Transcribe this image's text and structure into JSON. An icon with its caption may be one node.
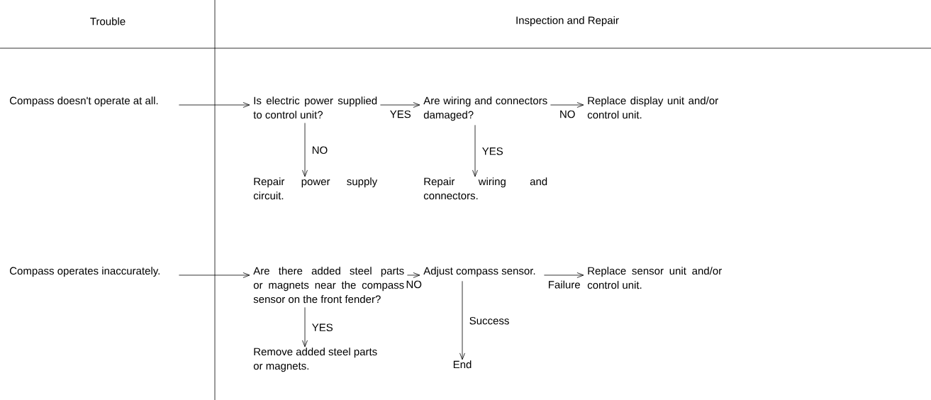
{
  "diagram": {
    "nodes": [
      {
        "text": [
          "Compass doesn't operate at all."
        ]
      },
      {
        "text": [
          "Is electric power supplied to control unit?"
        ]
      },
      {
        "text": [
          "Are wiring and connectors damaged?"
        ]
      },
      {
        "text": [
          "Replace display unit and/or control unit."
        ]
      },
      {
        "text": [
          "Repair power supply circuit."
        ]
      },
      {
        "text": [
          "Repair wiring and connectors."
        ]
      },
      {
        "text": [
          "Compass operates inaccurately."
        ]
      },
      {
        "text": [
          "Are there added steel parts or magnets near the compass sensor on the front fender?"
        ]
      },
      {
        "text": [
          "Adjust compass sensor."
        ]
      },
      {
        "text": [
          "Replace sensor unit and/or control unit."
        ]
      },
      {
        "text": [
          "Remove added steel parts or magnets."
        ]
      },
      {
        "text": [
          "End"
        ]
      }
    ],
    "edges": [
      {
        "from": 0,
        "to": 1,
        "arrow": "to"
      },
      {
        "from": 1,
        "to": 2,
        "arrow": "to",
        "label": "YES"
      },
      {
        "from": 2,
        "to": 3,
        "arrow": "to",
        "label": "NO"
      },
      {
        "from": 1,
        "to": 4,
        "arrow": "to",
        "label": "NO"
      },
      {
        "from": 2,
        "to": 5,
        "arrow": "to",
        "label": "YES"
      },
      {
        "from": 6,
        "to": 7,
        "arrow": "to"
      },
      {
        "from": 7,
        "to": 8,
        "arrow": "to",
        "label": "NO"
      },
      {
        "from": 8,
        "to": 9,
        "arrow": "to",
        "label": "Failure"
      },
      {
        "from": 7,
        "to": 10,
        "arrow": "to",
        "label": "YES"
      },
      {
        "from": 8,
        "to": 11,
        "arrow": "to",
        "label": "Success"
      }
    ],
    "labels": [
      "Trouble",
      "Inspection and Repair"
    ]
  }
}
